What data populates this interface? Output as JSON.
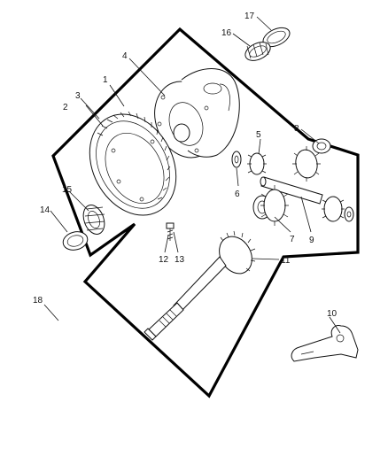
{
  "callouts": [
    {
      "id": "1",
      "label": "1"
    },
    {
      "id": "2",
      "label": "2"
    },
    {
      "id": "3",
      "label": "3"
    },
    {
      "id": "4",
      "label": "4"
    },
    {
      "id": "5",
      "label": "5"
    },
    {
      "id": "6",
      "label": "6"
    },
    {
      "id": "7",
      "label": "7"
    },
    {
      "id": "8",
      "label": "8"
    },
    {
      "id": "9",
      "label": "9"
    },
    {
      "id": "10",
      "label": "10"
    },
    {
      "id": "11",
      "label": "11"
    },
    {
      "id": "12",
      "label": "12"
    },
    {
      "id": "13",
      "label": "13"
    },
    {
      "id": "14",
      "label": "14"
    },
    {
      "id": "15",
      "label": "15"
    },
    {
      "id": "16",
      "label": "16"
    },
    {
      "id": "17",
      "label": "17"
    },
    {
      "id": "18",
      "label": "18"
    }
  ],
  "colors": {
    "ink": "#111111",
    "background": "#ffffff"
  }
}
